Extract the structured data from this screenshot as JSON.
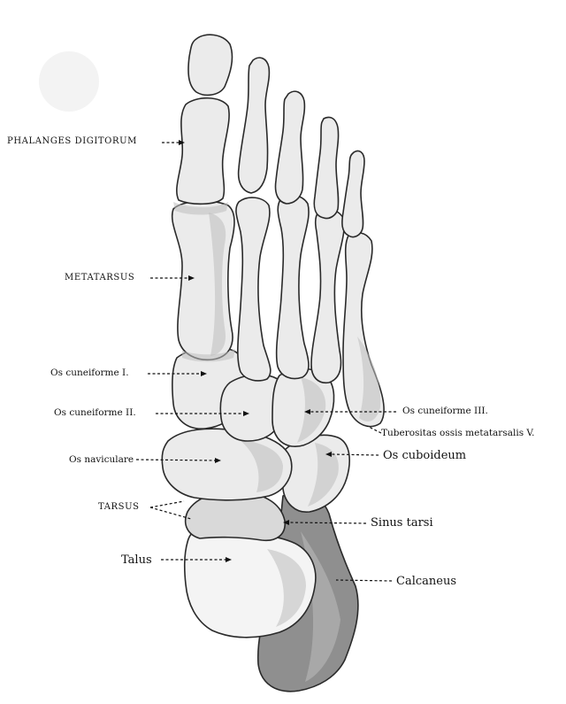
{
  "labels": {
    "phalanges": "PHALANGES DIGITORUM",
    "metatarsus": "METATARSUS",
    "cuneiforme_1": "Os cuneiforme I.",
    "cuneiforme_2": "Os cuneiforme II.",
    "cuneiforme_3": "Os cuneiforme III.",
    "tuberositas": "Tuberositas ossis metatarsalis V.",
    "naviculare": "Os naviculare",
    "cuboideum": "Os cuboideum",
    "tarsus": "TARSUS",
    "sinus_tarsi": "Sinus tarsi",
    "talus": "Talus",
    "calcaneus": "Calcaneus"
  }
}
